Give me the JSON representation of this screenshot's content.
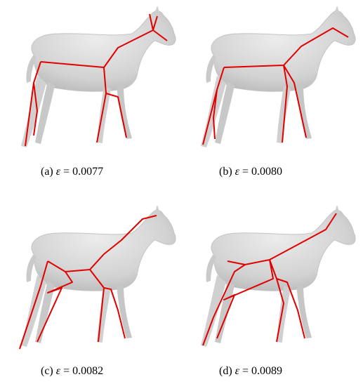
{
  "figure": {
    "panels": [
      {
        "label": "(a)",
        "symbol": "ε",
        "relation": "=",
        "value": "0.0077"
      },
      {
        "label": "(b)",
        "symbol": "ε",
        "relation": "=",
        "value": "0.0080"
      },
      {
        "label": "(c)",
        "symbol": "ε",
        "relation": "=",
        "value": "0.0082"
      },
      {
        "label": "(d)",
        "symbol": "ε",
        "relation": "=",
        "value": "0.0089"
      }
    ],
    "colors": {
      "body": "#d6d6d6",
      "body_shade": "#b8b8b8",
      "skeleton": "#e00000"
    }
  }
}
